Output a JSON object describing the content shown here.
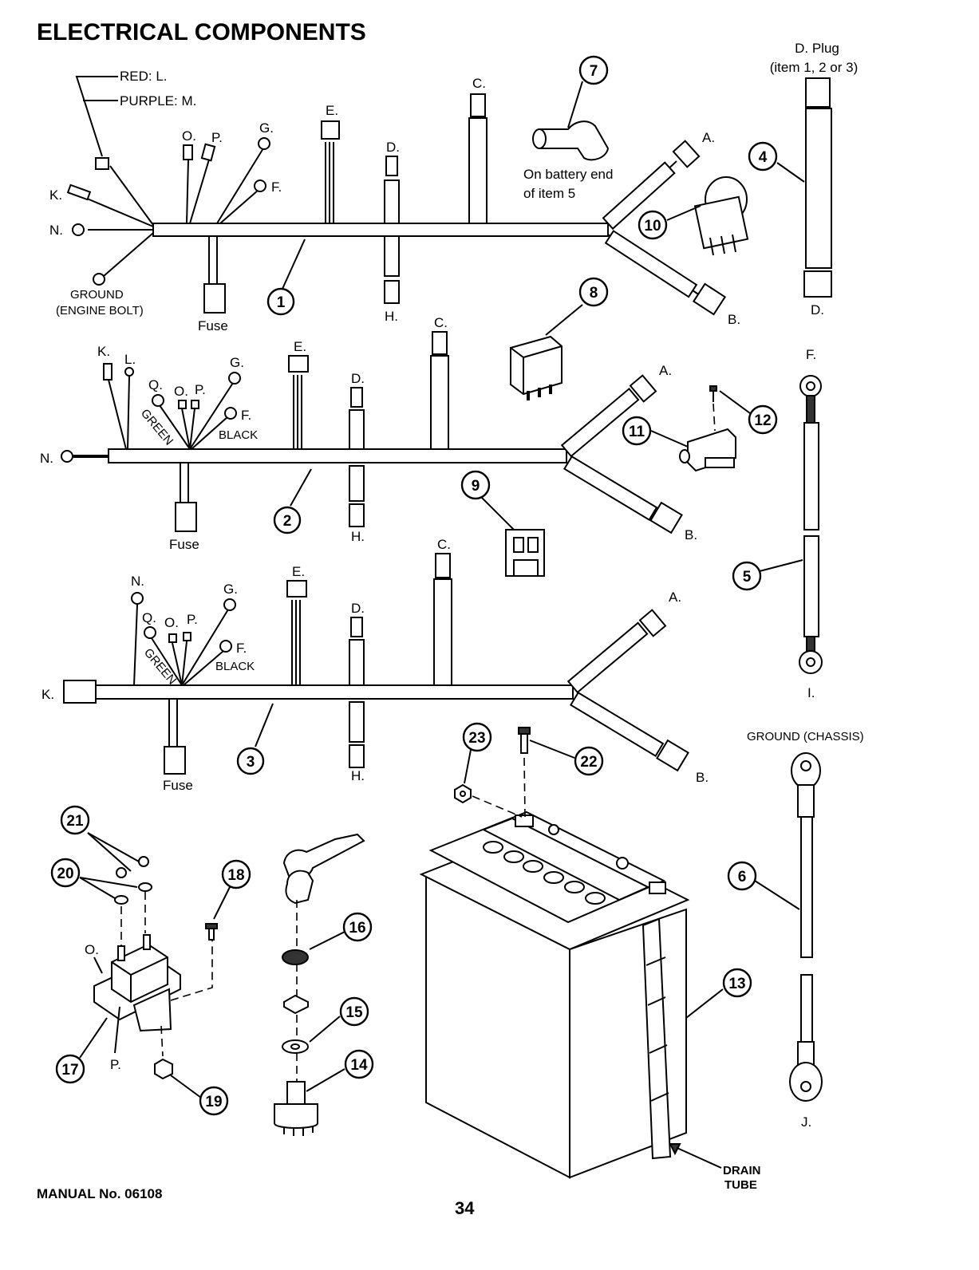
{
  "page": {
    "title": "ELECTRICAL COMPONENTS",
    "manual": "MANUAL No. 06108",
    "page_number": "34"
  },
  "harness1": {
    "red": "RED: L.",
    "purple": "PURPLE: M.",
    "k": "K.",
    "n": "N.",
    "ground1": "GROUND",
    "ground2": "(ENGINE BOLT)",
    "o": "O.",
    "p": "P.",
    "g": "G.",
    "f": "F.",
    "e": "E.",
    "d": "D.",
    "c": "C.",
    "h": "H.",
    "a": "A.",
    "b": "B.",
    "fuse": "Fuse",
    "callout": "1"
  },
  "harness2": {
    "k": "K.",
    "l": "L.",
    "q": "Q.",
    "o": "O.",
    "p": "P.",
    "g": "G.",
    "f": "F.",
    "green": "GREEN",
    "black": "BLACK",
    "n": "N.",
    "e": "E.",
    "d": "D.",
    "c": "C.",
    "h": "H.",
    "a": "A.",
    "b": "B.",
    "fuse": "Fuse",
    "callout": "2"
  },
  "harness3": {
    "n": "N.",
    "q": "Q.",
    "o": "O.",
    "p": "P.",
    "g": "G.",
    "f": "F.",
    "green": "GREEN",
    "black": "BLACK",
    "k": "K.",
    "e": "E.",
    "d": "D.",
    "c": "C.",
    "h": "H.",
    "a": "A.",
    "b": "B.",
    "fuse": "Fuse",
    "callout": "3"
  },
  "plug": {
    "title1": "D. Plug",
    "title2": "(item 1, 2 or 3)",
    "d": "D.",
    "callout": "4"
  },
  "boot": {
    "note1": "On battery end",
    "note2": "of item 5",
    "callout": "7"
  },
  "cable5": {
    "f": "F.",
    "i": "I.",
    "callout": "5"
  },
  "ground_cable": {
    "label": "GROUND  (CHASSIS)",
    "j": "J.",
    "callout": "6"
  },
  "battery": {
    "drain1": "DRAIN",
    "drain2": "TUBE",
    "callout": "13"
  },
  "solenoid": {
    "o": "O.",
    "p": "P."
  },
  "callouts": {
    "c8": "8",
    "c9": "9",
    "c10": "10",
    "c11": "11",
    "c12": "12",
    "c14": "14",
    "c15": "15",
    "c16": "16",
    "c17": "17",
    "c18": "18",
    "c19": "19",
    "c20": "20",
    "c21": "21",
    "c22": "22",
    "c23": "23"
  }
}
